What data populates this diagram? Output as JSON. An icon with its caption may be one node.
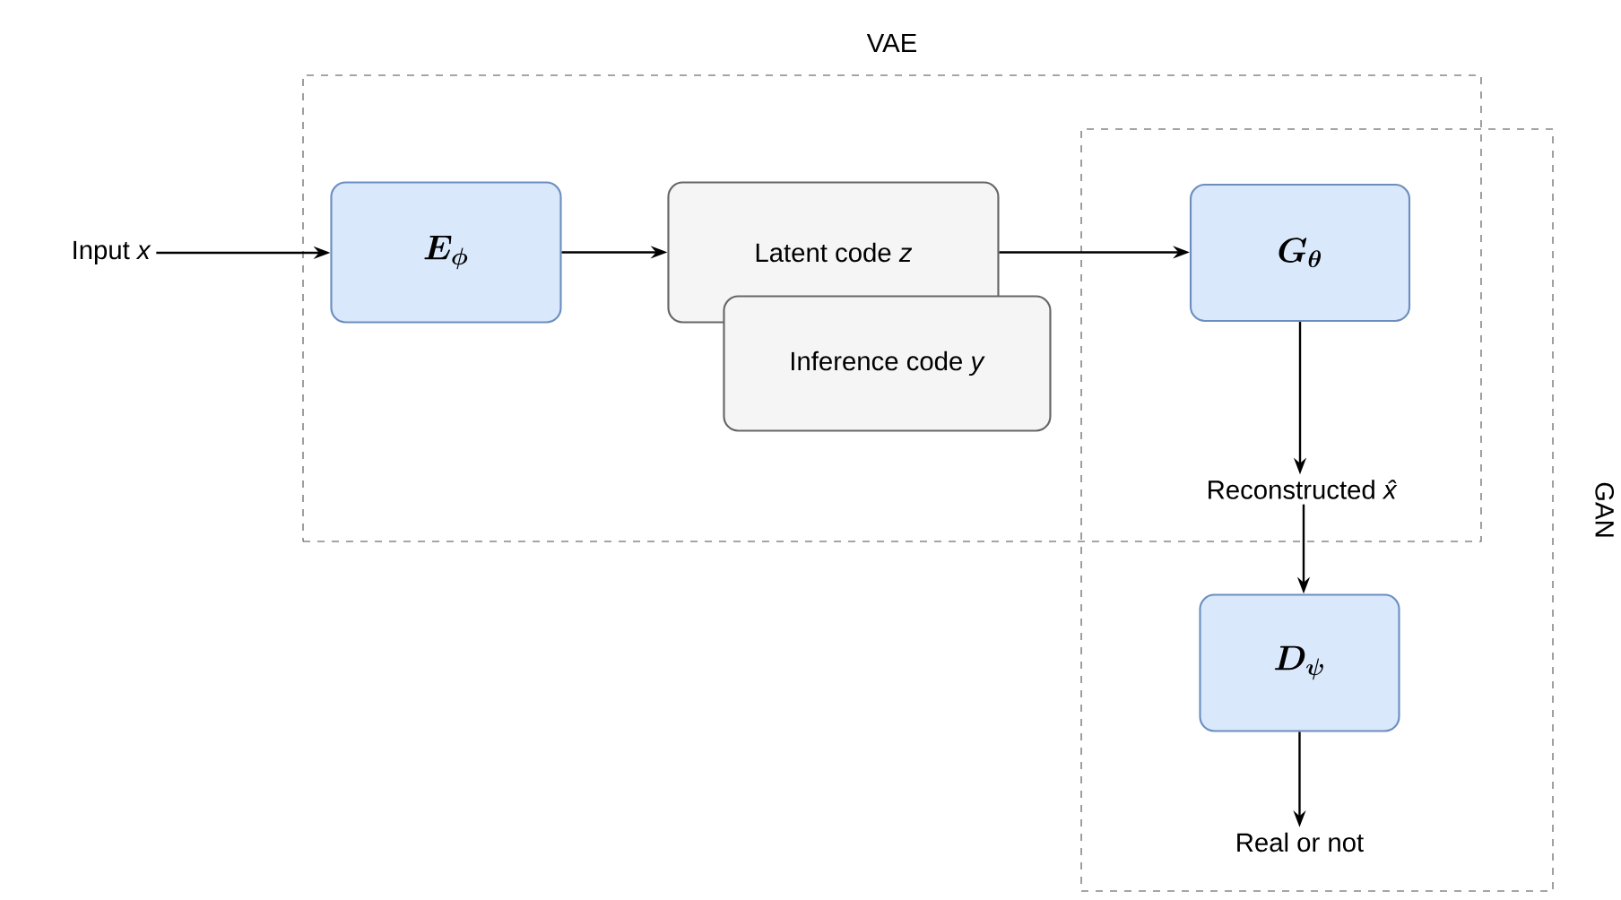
{
  "diagram": {
    "nodes": [
      {
        "text": [
          "VAE"
        ]
      },
      {
        "text": [
          "GAN"
        ]
      },
      {
        "text": [
          "Input *x*"
        ]
      },
      {
        "text": [
          "\\boldsymbol{E_{\\phi}}"
        ],
        "in": 0
      },
      {
        "text": [
          "Latent code *z*"
        ],
        "in": 0
      },
      {
        "text": [
          "Inference code *y*"
        ],
        "in": 0
      },
      {
        "text": [
          "\\boldsymbol{G_{\\theta}}"
        ]
      },
      {
        "text": [
          "Reconstructed *x̂*"
        ]
      },
      {
        "text": [
          "\\boldsymbol{D_{\\psi}}"
        ],
        "in": 1
      },
      {
        "text": [
          "Real or not"
        ],
        "in": 1
      }
    ],
    "edges": [
      {
        "from": 2,
        "to": 3,
        "arrow": "to"
      },
      {
        "from": 3,
        "to": 4,
        "arrow": "to"
      },
      {
        "from": 4,
        "to": 6,
        "arrow": "to"
      },
      {
        "from": 6,
        "to": 7,
        "arrow": "to"
      },
      {
        "from": 7,
        "to": 8,
        "arrow": "to"
      },
      {
        "from": 8,
        "to": 9,
        "arrow": "to"
      }
    ]
  }
}
